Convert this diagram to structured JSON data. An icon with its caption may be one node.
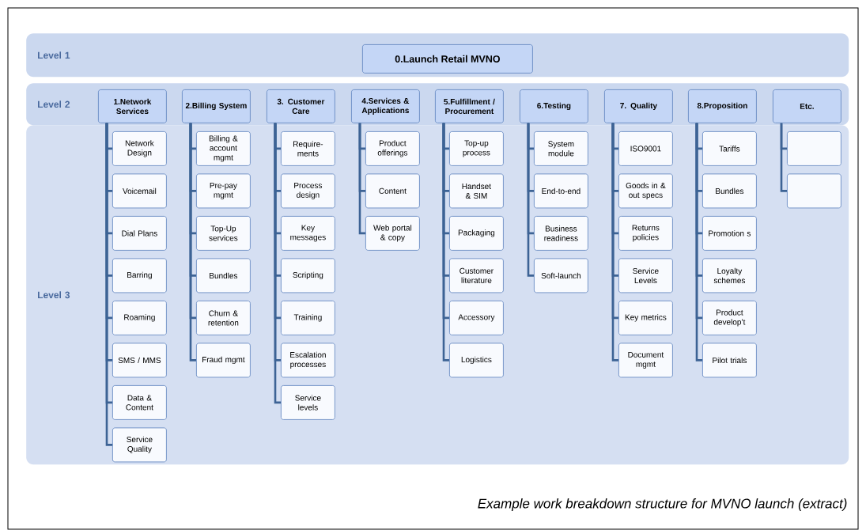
{
  "diagram": {
    "caption": "Example work breakdown structure for MVNO launch (extract)",
    "nodes": [
      {
        "text": [
          "Level 1"
        ]
      },
      {
        "text": [
          "0.Launch Retail MVNO"
        ],
        "in": 0
      },
      {
        "text": [
          "Level 2"
        ]
      },
      {
        "text": [
          "1.Network Services"
        ],
        "in": 2
      },
      {
        "text": [
          "2.Billing System"
        ],
        "in": 2
      },
      {
        "text": [
          "3. Customer Care"
        ],
        "in": 2
      },
      {
        "text": [
          "4.Services & Applications"
        ],
        "in": 2
      },
      {
        "text": [
          "5.Fulfillment / Procurement"
        ],
        "in": 2
      },
      {
        "text": [
          "6.Testing"
        ],
        "in": 2
      },
      {
        "text": [
          "7. Quality"
        ],
        "in": 2
      },
      {
        "text": [
          "8.Proposition"
        ],
        "in": 2
      },
      {
        "text": [
          "Etc."
        ],
        "in": 2
      },
      {
        "text": [
          "Level 3"
        ]
      },
      {
        "text": [
          "Network Design"
        ],
        "in": 12
      },
      {
        "text": [
          "Voicemail"
        ],
        "in": 12
      },
      {
        "text": [
          "Dial Plans"
        ],
        "in": 12
      },
      {
        "text": [
          "Barring"
        ],
        "in": 12
      },
      {
        "text": [
          "Roaming"
        ],
        "in": 12
      },
      {
        "text": [
          "SMS / MMS"
        ],
        "in": 12
      },
      {
        "text": [
          "Data & Content"
        ],
        "in": 12
      },
      {
        "text": [
          "Service Quality"
        ],
        "in": 12
      },
      {
        "text": [
          "Billing & account mgmt"
        ],
        "in": 12
      },
      {
        "text": [
          "Pre-pay mgmt"
        ],
        "in": 12
      },
      {
        "text": [
          "Top-Up services"
        ],
        "in": 12
      },
      {
        "text": [
          "Bundles"
        ],
        "in": 12
      },
      {
        "text": [
          "Churn & retention"
        ],
        "in": 12
      },
      {
        "text": [
          "Fraud mgmt"
        ],
        "in": 12
      },
      {
        "text": [
          "Require- ments"
        ],
        "in": 12
      },
      {
        "text": [
          "Process design"
        ],
        "in": 12
      },
      {
        "text": [
          "Key messages"
        ],
        "in": 12
      },
      {
        "text": [
          "Scripting"
        ],
        "in": 12
      },
      {
        "text": [
          "Training"
        ],
        "in": 12
      },
      {
        "text": [
          "Escalation processes"
        ],
        "in": 12
      },
      {
        "text": [
          "Service levels"
        ],
        "in": 12
      },
      {
        "text": [
          "Product offerings"
        ],
        "in": 12
      },
      {
        "text": [
          "Content"
        ],
        "in": 12
      },
      {
        "text": [
          "Web portal & copy"
        ],
        "in": 12
      },
      {
        "text": [
          "Top-up process"
        ],
        "in": 12
      },
      {
        "text": [
          "Handset & SIM"
        ],
        "in": 12
      },
      {
        "text": [
          "Packaging"
        ],
        "in": 12
      },
      {
        "text": [
          "Customer literature"
        ],
        "in": 12
      },
      {
        "text": [
          "Accessory"
        ],
        "in": 12
      },
      {
        "text": [
          "Logistics"
        ],
        "in": 12
      },
      {
        "text": [
          "System module"
        ],
        "in": 12
      },
      {
        "text": [
          "End-to-end"
        ],
        "in": 12
      },
      {
        "text": [
          "Business readiness"
        ],
        "in": 12
      },
      {
        "text": [
          "Soft-launch"
        ],
        "in": 12
      },
      {
        "text": [
          "ISO9001"
        ],
        "in": 12
      },
      {
        "text": [
          "Goods in & out specs"
        ],
        "in": 12
      },
      {
        "text": [
          "Returns policies"
        ],
        "in": 12
      },
      {
        "text": [
          "Service Levels"
        ],
        "in": 12
      },
      {
        "text": [
          "Key metrics"
        ],
        "in": 12
      },
      {
        "text": [
          "Document mgmt"
        ],
        "in": 12
      },
      {
        "text": [
          "Tariffs"
        ],
        "in": 12
      },
      {
        "text": [
          "Bundles"
        ],
        "in": 12
      },
      {
        "text": [
          "Promotion s"
        ],
        "in": 12
      },
      {
        "text": [
          "Loyalty schemes"
        ],
        "in": 12
      },
      {
        "text": [
          "Product develop’t"
        ],
        "in": 12
      },
      {
        "text": [
          "Pilot trials"
        ],
        "in": 12
      },
      {
        "text": [],
        "shape": "box",
        "in": 12
      },
      {
        "text": [],
        "shape": "box",
        "in": 12
      }
    ],
    "edges": [
      {
        "from": 3,
        "to": 13,
        "arrow": "none"
      },
      {
        "from": 3,
        "to": 14,
        "arrow": "none"
      },
      {
        "from": 3,
        "to": 15,
        "arrow": "none"
      },
      {
        "from": 3,
        "to": 16,
        "arrow": "none"
      },
      {
        "from": 3,
        "to": 17,
        "arrow": "none"
      },
      {
        "from": 3,
        "to": 18,
        "arrow": "none"
      },
      {
        "from": 3,
        "to": 19,
        "arrow": "none"
      },
      {
        "from": 3,
        "to": 20,
        "arrow": "none"
      },
      {
        "from": 4,
        "to": 21,
        "arrow": "none"
      },
      {
        "from": 4,
        "to": 22,
        "arrow": "none"
      },
      {
        "from": 4,
        "to": 23,
        "arrow": "none"
      },
      {
        "from": 4,
        "to": 24,
        "arrow": "none"
      },
      {
        "from": 4,
        "to": 25,
        "arrow": "none"
      },
      {
        "from": 4,
        "to": 26,
        "arrow": "none"
      },
      {
        "from": 5,
        "to": 27,
        "arrow": "none"
      },
      {
        "from": 5,
        "to": 28,
        "arrow": "none"
      },
      {
        "from": 5,
        "to": 29,
        "arrow": "none"
      },
      {
        "from": 5,
        "to": 30,
        "arrow": "none"
      },
      {
        "from": 5,
        "to": 31,
        "arrow": "none"
      },
      {
        "from": 5,
        "to": 32,
        "arrow": "none"
      },
      {
        "from": 5,
        "to": 33,
        "arrow": "none"
      },
      {
        "from": 6,
        "to": 34,
        "arrow": "none"
      },
      {
        "from": 6,
        "to": 35,
        "arrow": "none"
      },
      {
        "from": 6,
        "to": 36,
        "arrow": "none"
      },
      {
        "from": 7,
        "to": 37,
        "arrow": "none"
      },
      {
        "from": 7,
        "to": 38,
        "arrow": "none"
      },
      {
        "from": 7,
        "to": 39,
        "arrow": "none"
      },
      {
        "from": 7,
        "to": 40,
        "arrow": "none"
      },
      {
        "from": 7,
        "to": 41,
        "arrow": "none"
      },
      {
        "from": 7,
        "to": 42,
        "arrow": "none"
      },
      {
        "from": 8,
        "to": 43,
        "arrow": "none"
      },
      {
        "from": 8,
        "to": 44,
        "arrow": "none"
      },
      {
        "from": 8,
        "to": 45,
        "arrow": "none"
      },
      {
        "from": 8,
        "to": 46,
        "arrow": "none"
      },
      {
        "from": 9,
        "to": 47,
        "arrow": "none"
      },
      {
        "from": 9,
        "to": 48,
        "arrow": "none"
      },
      {
        "from": 9,
        "to": 49,
        "arrow": "none"
      },
      {
        "from": 9,
        "to": 50,
        "arrow": "none"
      },
      {
        "from": 9,
        "to": 51,
        "arrow": "none"
      },
      {
        "from": 9,
        "to": 52,
        "arrow": "none"
      },
      {
        "from": 10,
        "to": 53,
        "arrow": "none"
      },
      {
        "from": 10,
        "to": 54,
        "arrow": "none"
      },
      {
        "from": 10,
        "to": 55,
        "arrow": "none"
      },
      {
        "from": 10,
        "to": 56,
        "arrow": "none"
      },
      {
        "from": 10,
        "to": 57,
        "arrow": "none"
      },
      {
        "from": 10,
        "to": 58,
        "arrow": "none"
      },
      {
        "from": 11,
        "to": 59,
        "arrow": "none"
      },
      {
        "from": 11,
        "to": 60,
        "arrow": "none"
      }
    ]
  }
}
